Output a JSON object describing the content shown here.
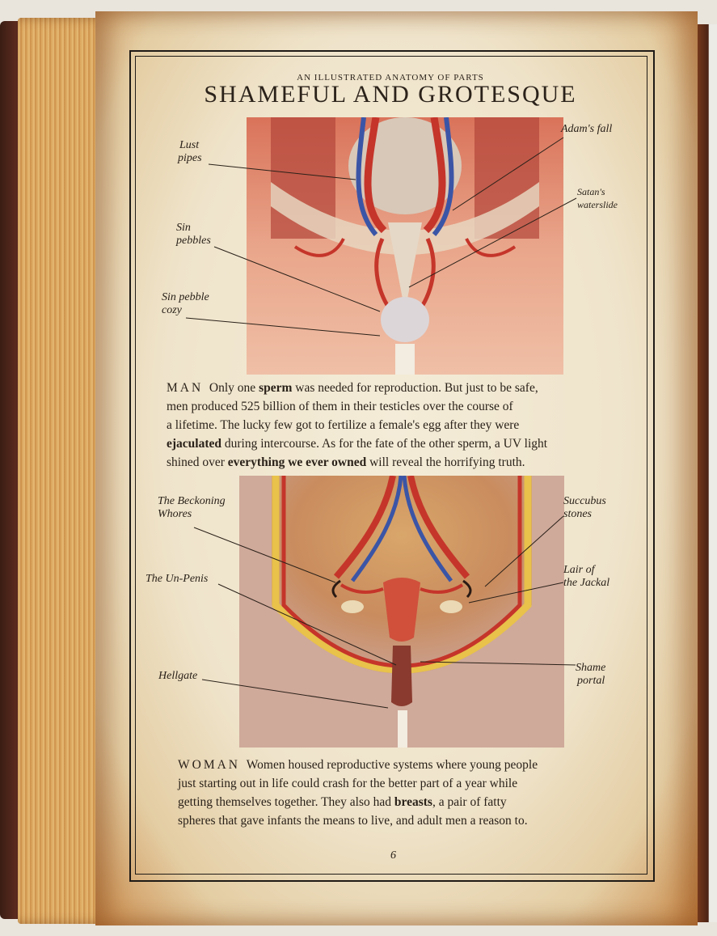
{
  "header": {
    "subtitle": "AN ILLUSTRATED ANATOMY OF PARTS",
    "title": "SHAMEFUL AND GROTESQUE"
  },
  "man": {
    "labels": {
      "lust_pipes_1": "Lust",
      "lust_pipes_2": "pipes",
      "adams_fall": "Adam's fall",
      "satans_1": "Satan's",
      "satans_2": "waterslide",
      "sin_pebbles_1": "Sin",
      "sin_pebbles_2": "pebbles",
      "sin_cozy_1": "Sin pebble",
      "sin_cozy_2": "cozy"
    },
    "caption": {
      "lead": "MAN",
      "l1a": "Only one ",
      "l1b": "sperm",
      "l1c": " was needed for reproduction. But just to be safe,",
      "l2": "men produced 525 billion of them in their testicles over the course of",
      "l3": "a lifetime. The lucky few got to fertilize a female's egg after they were",
      "l4a": "ejaculated",
      "l4b": " during intercourse. As for the fate of the other sperm, a UV light",
      "l5a": "shined over ",
      "l5b": "everything we ever owned",
      "l5c": " will reveal the horrifying truth."
    }
  },
  "woman": {
    "labels": {
      "beckoning_1": "The Beckoning",
      "beckoning_2": "Whores",
      "succubus_1": "Succubus",
      "succubus_2": "stones",
      "unpenis": "The Un-Penis",
      "lair_1": "Lair of",
      "lair_2": "the Jackal",
      "shame_1": "Shame",
      "shame_2": "portal",
      "hellgate": "Hellgate"
    },
    "caption": {
      "lead": "WOMAN",
      "l1": "Women housed reproductive systems where young people",
      "l2": "just starting out in life could crash for the better part of a year while",
      "l3": "getting themselves together. They also had ",
      "l3b": "breasts",
      "l3c": ", a pair of fatty",
      "l4": "spheres that gave infants the means to live, and adult men a reason to."
    }
  },
  "page_number": "6",
  "colors": {
    "ink": "#2a2119",
    "parchment": "#f1e7cf",
    "burn": "#c98a4a",
    "artery": "#c5352a",
    "vein": "#3b55a6"
  }
}
